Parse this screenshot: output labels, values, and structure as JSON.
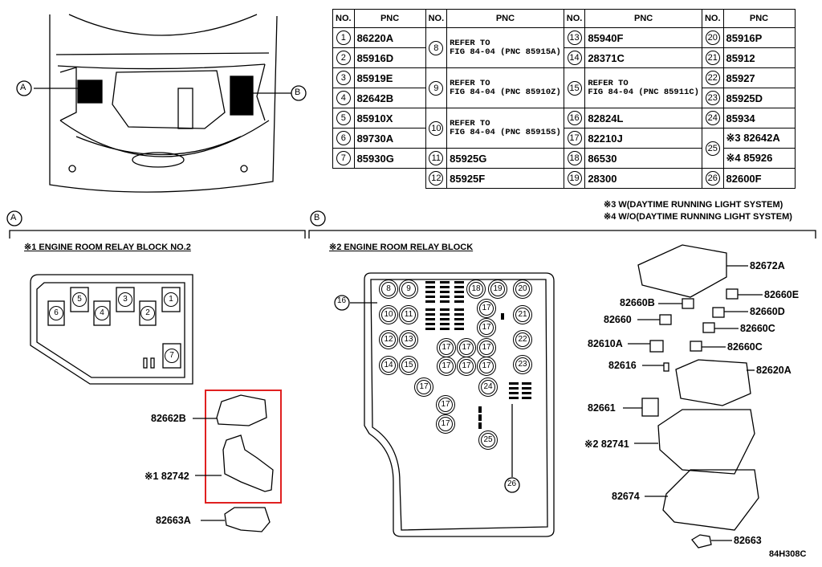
{
  "table": {
    "headers": [
      "NO.",
      "PNC",
      "NO.",
      "PNC",
      "NO.",
      "PNC",
      "NO.",
      "PNC"
    ],
    "rows": [
      {
        "c1": "1",
        "p1": "86220A",
        "c2": "8",
        "p2": "REFER TO",
        "c3": "13",
        "p3": "85940F",
        "c4": "20",
        "p4": "85916P"
      },
      {
        "c1": "2",
        "p1": "85916D",
        "p2": "FIG 84-04 (PNC 85915A)",
        "c3": "14",
        "p3": "28371C",
        "c4": "21",
        "p4": "85912"
      },
      {
        "c1": "3",
        "p1": "85919E",
        "c2": "9",
        "p2": "REFER TO",
        "c3": "15",
        "p3": "REFER TO",
        "c4": "22",
        "p4": "85927"
      },
      {
        "c1": "4",
        "p1": "82642B",
        "p2": "FIG 84-04 (PNC 85910Z)",
        "p3": "FIG 84-04 (PNC 85911C)",
        "c4": "23",
        "p4": "85925D"
      },
      {
        "c1": "5",
        "p1": "85910X",
        "c2": "10",
        "p2": "REFER TO",
        "c3": "16",
        "p3": "82824L",
        "c4": "24",
        "p4": "85934"
      },
      {
        "c1": "6",
        "p1": "89730A",
        "p2": "FIG 84-04 (PNC 85915S)",
        "c3": "17",
        "p3": "82210J",
        "c4": "25",
        "p4": "※3 82642A"
      },
      {
        "c1": "7",
        "p1": "85930G",
        "c2": "11",
        "p2": "85925G",
        "c3": "18",
        "p3": "86530",
        "p4": "※4 85926"
      },
      {
        "c2": "12",
        "p2": "85925F",
        "c3": "19",
        "p3": "28300",
        "c4": "26",
        "p4": "82600F"
      }
    ]
  },
  "notes": {
    "n3": "※3 W(DAYTIME RUNNING LIGHT SYSTEM)",
    "n4": "※4 W/O(DAYTIME RUNNING LIGHT SYSTEM)"
  },
  "sections": {
    "a_marker": "A",
    "b_marker": "B",
    "a_heading": "※1 ENGINE ROOM RELAY BLOCK NO.2",
    "b_heading": "※2 ENGINE ROOM RELAY BLOCK"
  },
  "left_block_numbers": [
    "6",
    "5",
    "4",
    "3",
    "2",
    "1",
    "7"
  ],
  "left_parts": {
    "p82662b": "82662B",
    "p82742": "※1 82742",
    "p82663a": "82663A"
  },
  "main_block_labels": {
    "l16": "16",
    "l26": "26",
    "fuses": [
      "8",
      "9",
      "18",
      "19",
      "20",
      "10",
      "11",
      "17",
      "21",
      "17",
      "12",
      "13",
      "17",
      "17",
      "17",
      "22",
      "14",
      "15",
      "17",
      "17",
      "17",
      "23",
      "17",
      "24",
      "17",
      "17",
      "25"
    ]
  },
  "right_parts": {
    "p82672a": "82672A",
    "p82660e": "82660E",
    "p82660b": "82660B",
    "p82660d": "82660D",
    "p82660": "82660",
    "p82660c1": "82660C",
    "p82610a": "82610A",
    "p82660c2": "82660C",
    "p82616": "82616",
    "p82620a": "82620A",
    "p82661": "82661",
    "p82741": "※2 82741",
    "p82674": "82674",
    "p82663": "82663"
  },
  "ref_code": "84H308C",
  "colors": {
    "ink": "#000000",
    "highlight": "#e02020"
  }
}
